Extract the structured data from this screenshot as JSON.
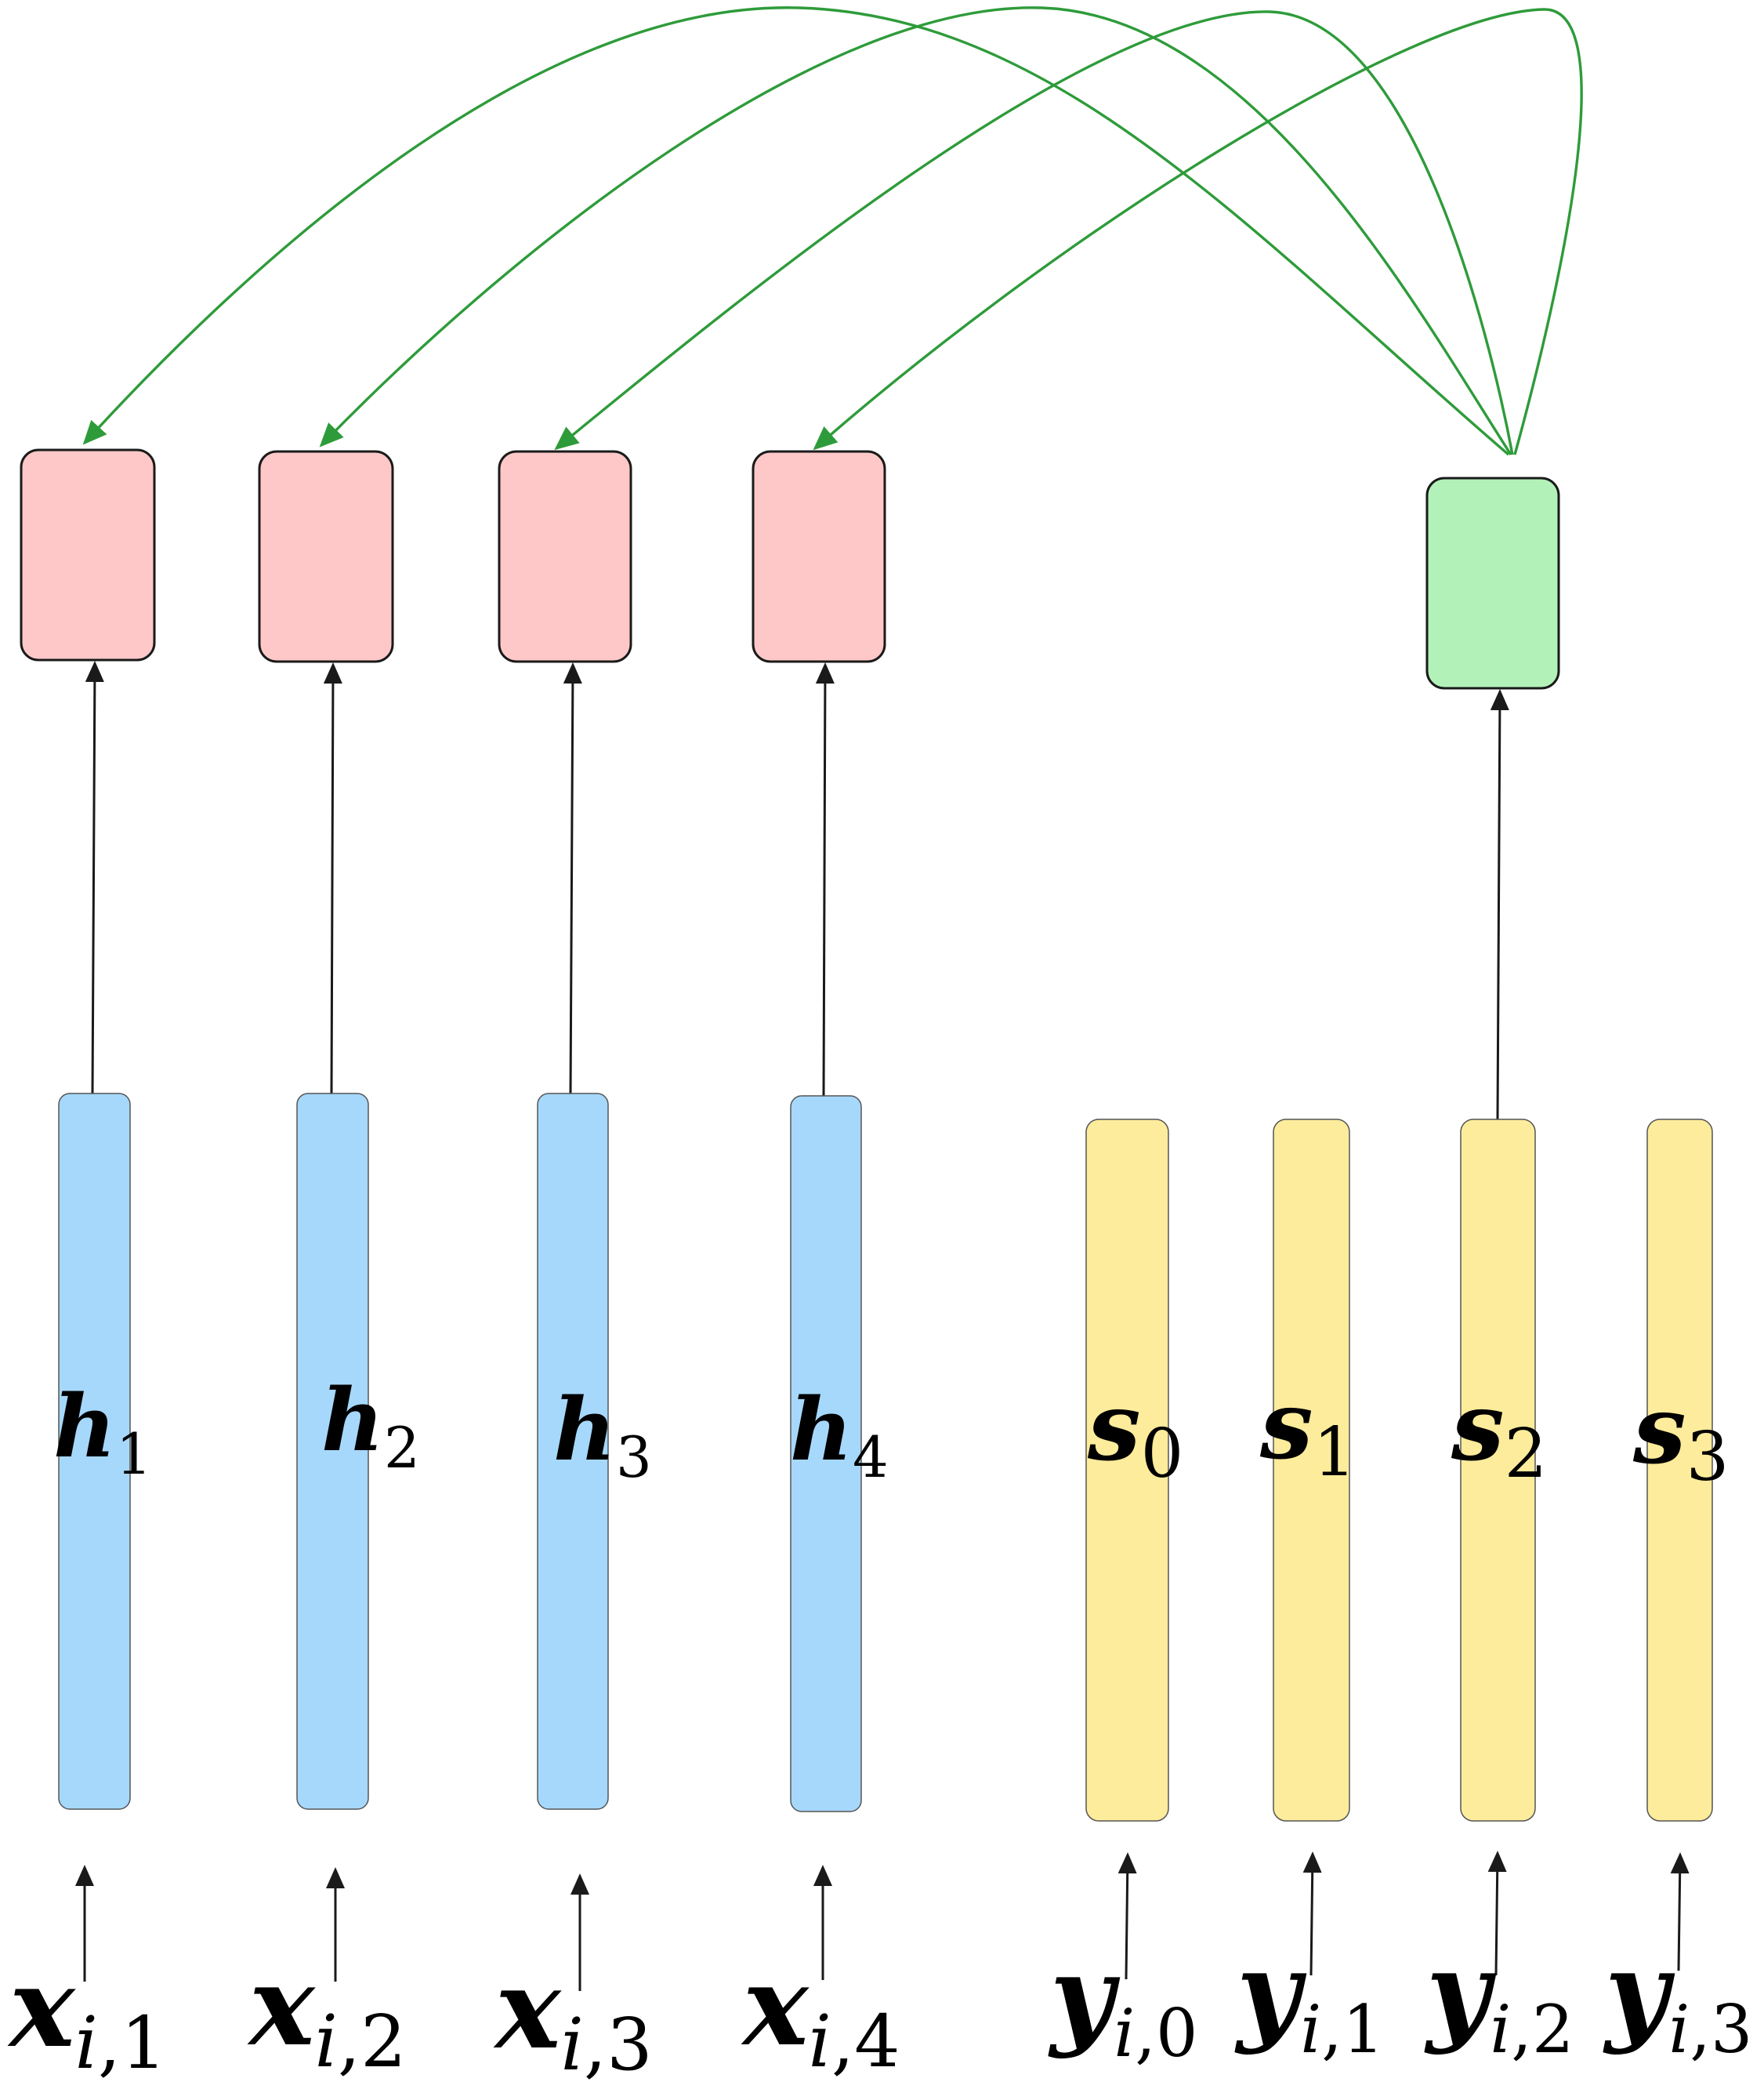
{
  "encoder": {
    "hidden_states": [
      {
        "symbol": "h",
        "subscript": "1"
      },
      {
        "symbol": "h",
        "subscript": "2"
      },
      {
        "symbol": "h",
        "subscript": "3"
      },
      {
        "symbol": "h",
        "subscript": "4"
      }
    ],
    "inputs": [
      {
        "symbol": "x",
        "subscript_var": "i",
        "subscript_sep": ",",
        "subscript_idx": "1"
      },
      {
        "symbol": "x",
        "subscript_var": "i",
        "subscript_sep": ",",
        "subscript_idx": "2"
      },
      {
        "symbol": "x",
        "subscript_var": "i",
        "subscript_sep": ",",
        "subscript_idx": "3"
      },
      {
        "symbol": "x",
        "subscript_var": "i",
        "subscript_sep": ",",
        "subscript_idx": "4"
      }
    ]
  },
  "decoder": {
    "hidden_states": [
      {
        "symbol": "s",
        "subscript": "0"
      },
      {
        "symbol": "s",
        "subscript": "1"
      },
      {
        "symbol": "s",
        "subscript": "2"
      },
      {
        "symbol": "s",
        "subscript": "3"
      }
    ],
    "inputs": [
      {
        "symbol": "y",
        "subscript_var": "i",
        "subscript_sep": ",",
        "subscript_idx": "0"
      },
      {
        "symbol": "y",
        "subscript_var": "i",
        "subscript_sep": ",",
        "subscript_idx": "1"
      },
      {
        "symbol": "y",
        "subscript_var": "i",
        "subscript_sep": ",",
        "subscript_idx": "2"
      },
      {
        "symbol": "y",
        "subscript_var": "i",
        "subscript_sep": ",",
        "subscript_idx": "3"
      }
    ]
  },
  "colors": {
    "encoder_state_fill": "#a6d8fc",
    "decoder_state_fill": "#fdec9b",
    "key_box_fill": "#fec8c8",
    "query_box_fill": "#b2f2b9",
    "attention_arrow": "#2e9b3a",
    "arrow": "#1a1a1a",
    "outline": "#1a1a1a"
  }
}
